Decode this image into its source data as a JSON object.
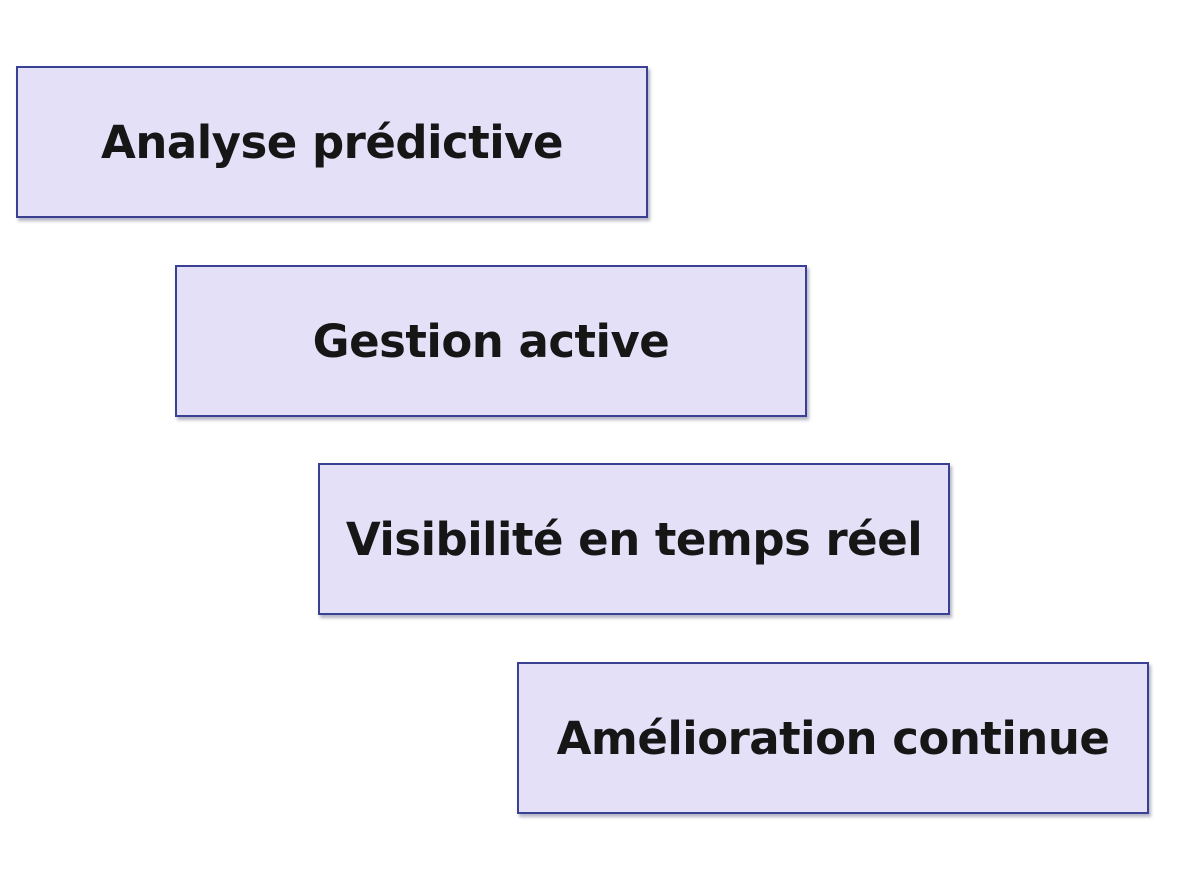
{
  "steps": [
    {
      "label": "Analyse prédictive"
    },
    {
      "label": "Gestion active"
    },
    {
      "label": "Visibilité en temps réel"
    },
    {
      "label": "Amélioration continue"
    }
  ],
  "colors": {
    "box_fill": "#e3e0f8",
    "box_border": "#3b4192",
    "text": "#161616",
    "background": "#ffffff"
  }
}
